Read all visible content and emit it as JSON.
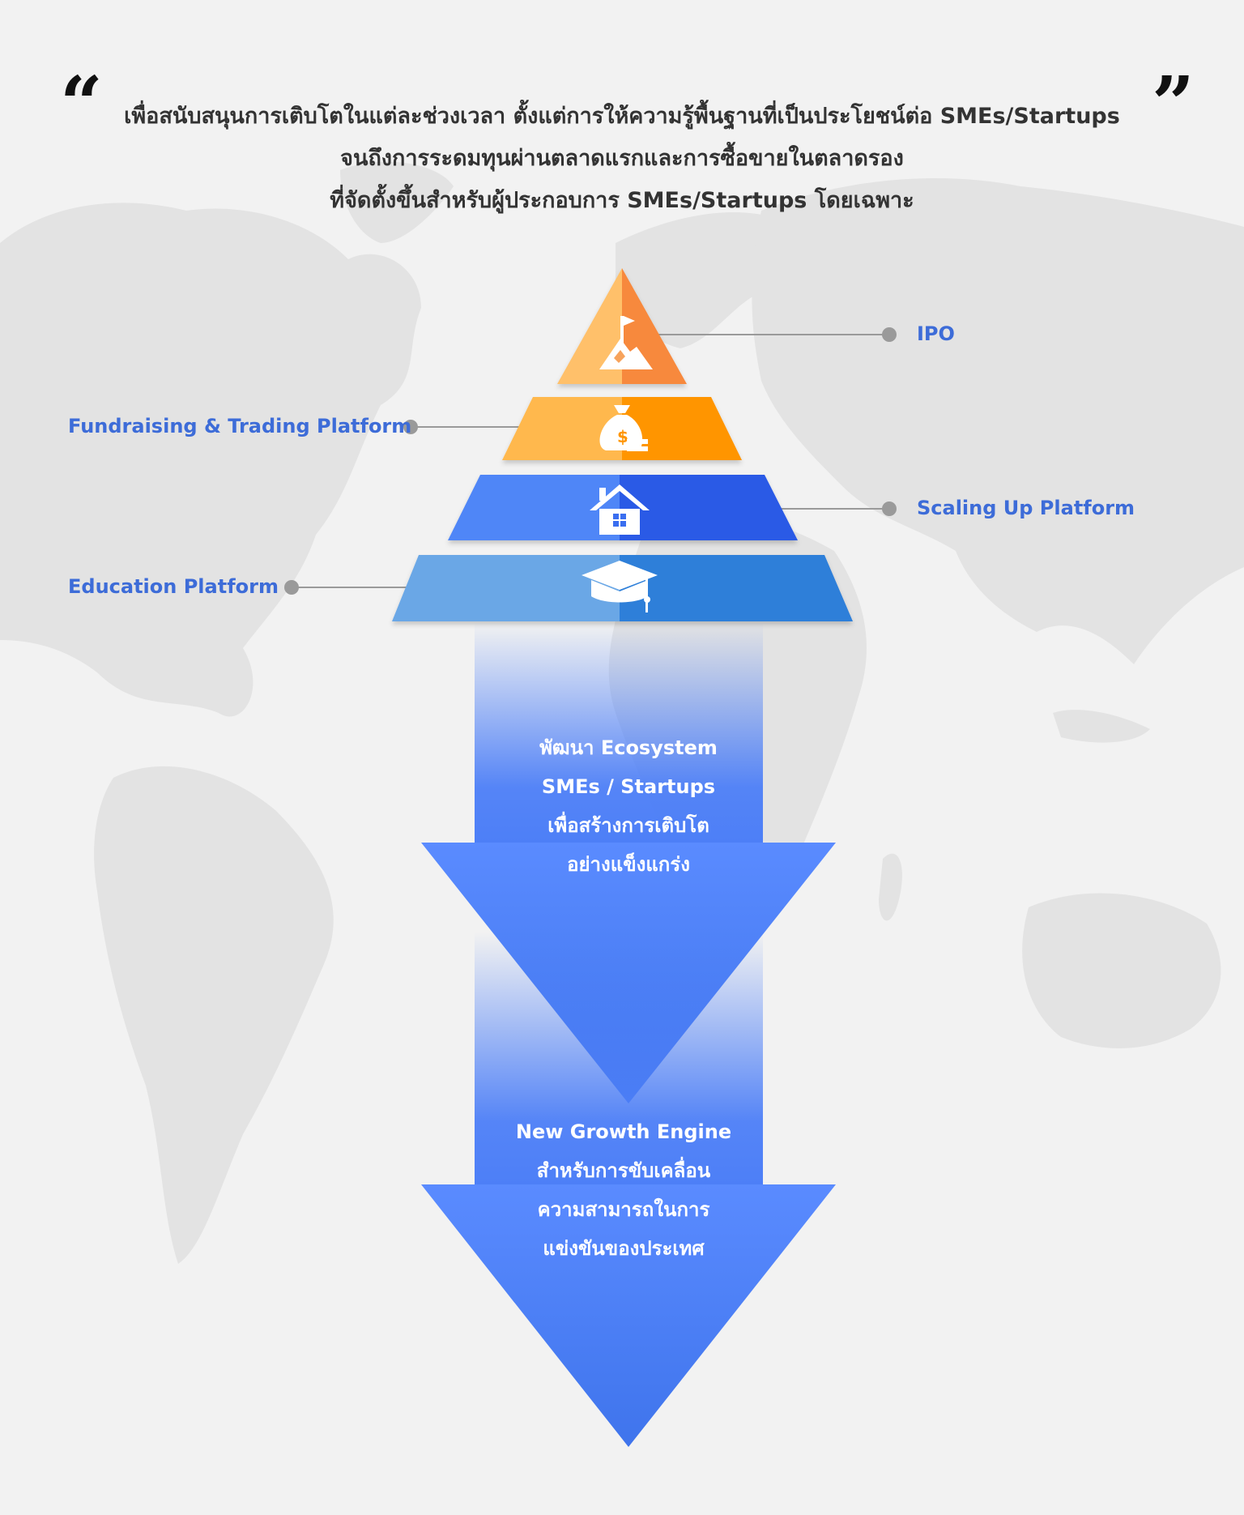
{
  "quote": {
    "lines": [
      "เพื่อสนับสนุนการเติบโตในแต่ละช่วงเวลา ตั้งแต่การให้ความรู้พื้นฐานที่เป็นประโยชน์ต่อ SMEs/Startups",
      "จนถึงการระดมทุนผ่านตลาดแรกและการซื้อขายในตลาดรอง",
      "ที่จัดตั้งขึ้นสำหรับผู้ประกอบการ SMEs/Startups โดยเฉพาะ"
    ],
    "open_mark": "“",
    "close_mark": "”"
  },
  "pyramid": {
    "levels": [
      {
        "label": "IPO",
        "icon": "summit-flag-icon",
        "colors": [
          "#ffc06b",
          "#f7893e"
        ]
      },
      {
        "label": "Fundraising & Trading Platform",
        "icon": "money-bag-icon",
        "colors": [
          "#ffb84d",
          "#ff9500"
        ]
      },
      {
        "label": "Scaling Up Platform",
        "icon": "house-icon",
        "colors": [
          "#4f86f7",
          "#2b5ae6"
        ]
      },
      {
        "label": "Education Platform",
        "icon": "graduation-cap-icon",
        "colors": [
          "#6aa7e6",
          "#2f7fd9"
        ]
      }
    ]
  },
  "arrows": [
    {
      "lines": [
        "พัฒนา Ecosystem",
        "SMEs / Startups",
        "เพื่อสร้างการเติบโต",
        "อย่างแข็งแกร่ง"
      ]
    },
    {
      "lines": [
        "New Growth Engine",
        "สำหรับการขับเคลื่อน",
        "ความสามารถในการ",
        "แข่งขันของประเทศ"
      ]
    }
  ],
  "colors": {
    "label_blue": "#3d6cd8",
    "arrow_blue": "#4d7ff7",
    "background": "#f2f2f2",
    "map_gray": "#e2e2e2"
  }
}
